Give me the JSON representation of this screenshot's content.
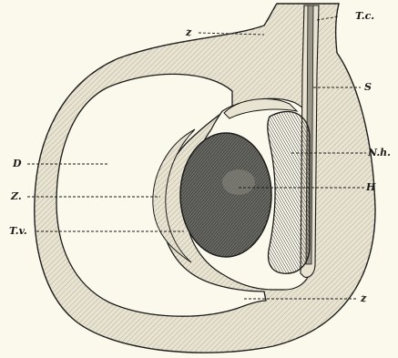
{
  "figure": {
    "labels": {
      "z_top": "z",
      "tc": "T.c.",
      "s": "S",
      "nh": "N.h.",
      "d": "D",
      "h": "H",
      "z_left": "Z.",
      "tv": "T.v.",
      "z_bottom": "z"
    }
  },
  "colors": {
    "paper": "#fbf8ec",
    "ink": "#1a1a1a",
    "tissue_fill": "#e9e4d1",
    "testis_fill": "#6c6c66"
  }
}
